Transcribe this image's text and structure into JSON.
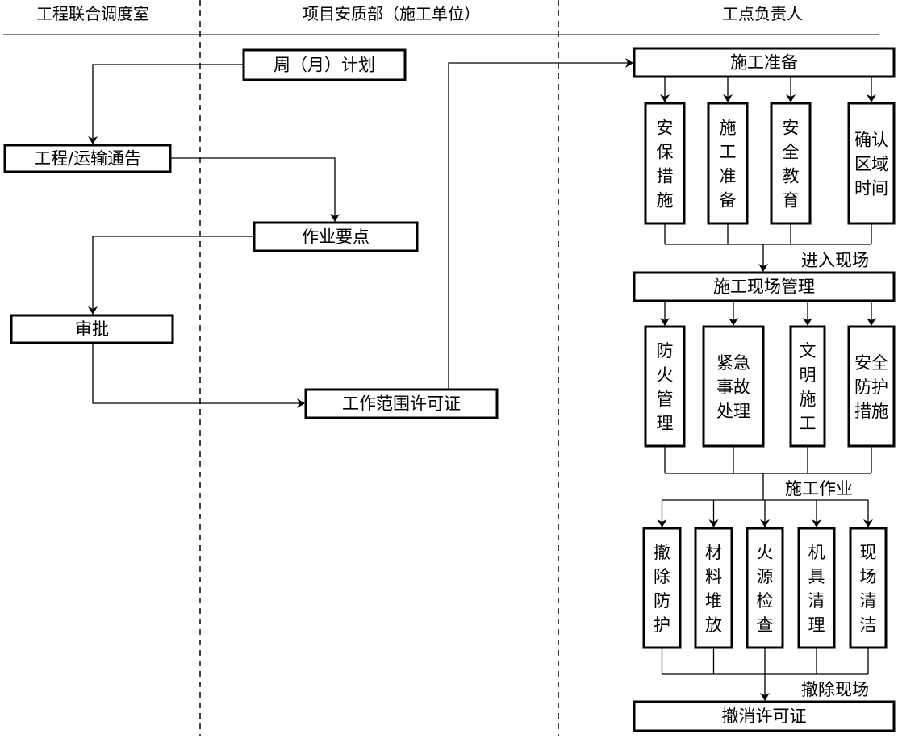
{
  "lanes": [
    {
      "title": "工程联合调度室"
    },
    {
      "title": "项目安质部（施工单位）"
    },
    {
      "title": "工点负责人"
    }
  ],
  "nodes": {
    "weekly_plan": "周（月）计划",
    "notice": "工程/运输通告",
    "key_points": "作业要点",
    "approval": "审批",
    "permit": "工作范围许可证",
    "prep": "施工准备",
    "site_mgmt": "施工现场管理",
    "revoke": "撤消许可证"
  },
  "prep_items": [
    {
      "lines": [
        "安",
        "保",
        "措",
        "施"
      ]
    },
    {
      "lines": [
        "施",
        "工",
        "准",
        "备"
      ]
    },
    {
      "lines": [
        "安",
        "全",
        "教",
        "育"
      ]
    },
    {
      "lines": [
        "确认",
        "区域",
        "时间"
      ]
    }
  ],
  "mgmt_items": [
    {
      "lines": [
        "防",
        "火",
        "管",
        "理"
      ]
    },
    {
      "lines": [
        "紧急",
        "事故",
        "处理"
      ]
    },
    {
      "lines": [
        "文",
        "明",
        "施",
        "工"
      ]
    },
    {
      "lines": [
        "安全",
        "防护",
        "措施"
      ]
    }
  ],
  "work_items": [
    {
      "lines": [
        "撤",
        "除",
        "防",
        "护"
      ]
    },
    {
      "lines": [
        "材",
        "料",
        "堆",
        "放"
      ]
    },
    {
      "lines": [
        "火",
        "源",
        "检",
        "查"
      ]
    },
    {
      "lines": [
        "机",
        "具",
        "清",
        "理"
      ]
    },
    {
      "lines": [
        "现",
        "场",
        "清",
        "洁"
      ]
    }
  ],
  "labels": {
    "enter_site": "进入现场",
    "construction_work": "施工作业",
    "clear_site": "撤除现场"
  }
}
